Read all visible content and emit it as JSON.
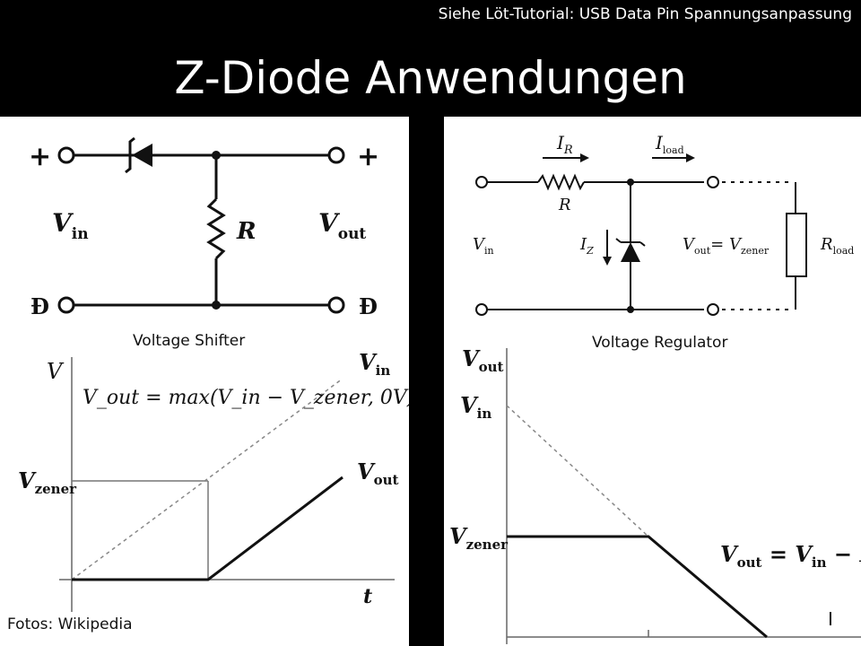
{
  "header": {
    "tutorial_note": "Siehe Löt-Tutorial: USB Data Pin Spannungsanpassung",
    "title": "Z-Diode Anwendungen"
  },
  "left": {
    "caption": "Voltage Shifter",
    "circuit": {
      "plus_in": "+",
      "plus_out": "+",
      "minus_in": "Đ",
      "minus_out": "Đ",
      "vin": "V",
      "vin_sub": "in",
      "r": "R",
      "vout": "V",
      "vout_sub": "out"
    },
    "graph": {
      "y_axis": "V",
      "x_axis": "t",
      "formula": "V_out = max(V_in − V_zener, 0V)",
      "vin_label": "V",
      "vin_sub": "in",
      "vzener_label": "V",
      "vzener_sub": "zener",
      "vout_label": "V",
      "vout_sub": "out"
    }
  },
  "right": {
    "caption": "Voltage Regulator",
    "circuit": {
      "ir": "I",
      "ir_sub": "R",
      "iload": "I",
      "iload_sub": "load",
      "r": "R",
      "vin": "V",
      "vin_sub": "in",
      "iz": "I",
      "iz_sub": "Z",
      "vout_eq": "V",
      "vout_eq_sub": "out",
      "vout_eq_mid": "= V",
      "vout_eq_sub2": "zener",
      "rload": "R",
      "rload_sub": "load"
    },
    "graph": {
      "vout_label": "V",
      "vout_sub": "out",
      "vin_label": "V",
      "vin_sub": "in",
      "vzener_label": "V",
      "vzener_sub": "zener",
      "formula_a": "V",
      "formula_a_sub": "out",
      "formula_b": " = V",
      "formula_b_sub": "in",
      "formula_c": " − IR"
    },
    "corner_mark": "I"
  },
  "footer": {
    "credit": "Fotos: Wikipedia"
  }
}
